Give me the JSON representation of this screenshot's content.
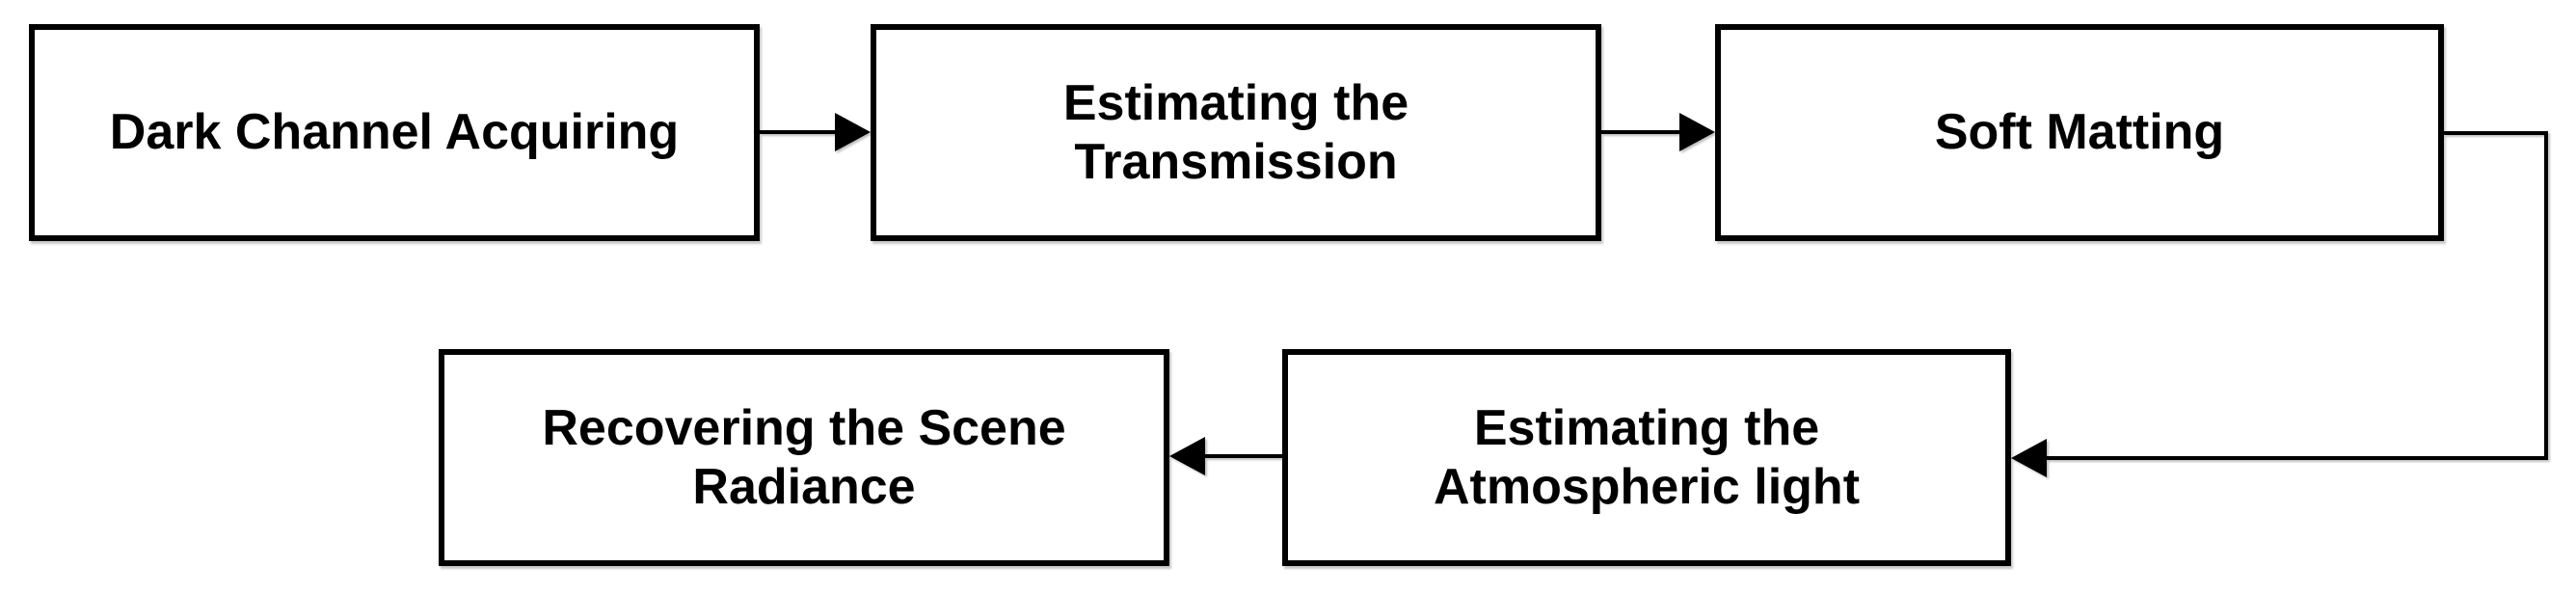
{
  "diagram": {
    "type": "flowchart",
    "nodes": [
      {
        "id": "dark-channel-acquiring",
        "label": [
          "Dark Channel Acquiring"
        ]
      },
      {
        "id": "estimating-the-transmission",
        "label": [
          "Estimating the",
          "Transmission"
        ]
      },
      {
        "id": "soft-matting",
        "label": [
          "Soft Matting"
        ]
      },
      {
        "id": "recovering-the-scene-radiance",
        "label": [
          "Recovering the Scene",
          "Radiance"
        ]
      },
      {
        "id": "estimating-the-atmospheric-light",
        "label": [
          "Estimating the",
          "Atmospheric light"
        ]
      }
    ],
    "edges": [
      {
        "from": "dark-channel-acquiring",
        "to": "estimating-the-transmission"
      },
      {
        "from": "estimating-the-transmission",
        "to": "soft-matting"
      },
      {
        "from": "soft-matting",
        "to": "estimating-the-atmospheric-light"
      },
      {
        "from": "estimating-the-atmospheric-light",
        "to": "recovering-the-scene-radiance"
      }
    ],
    "colors": {
      "box_fill": "#ffffff",
      "box_border": "#000000",
      "text": "#000000",
      "arrow": "#000000",
      "background": "#ffffff"
    }
  }
}
